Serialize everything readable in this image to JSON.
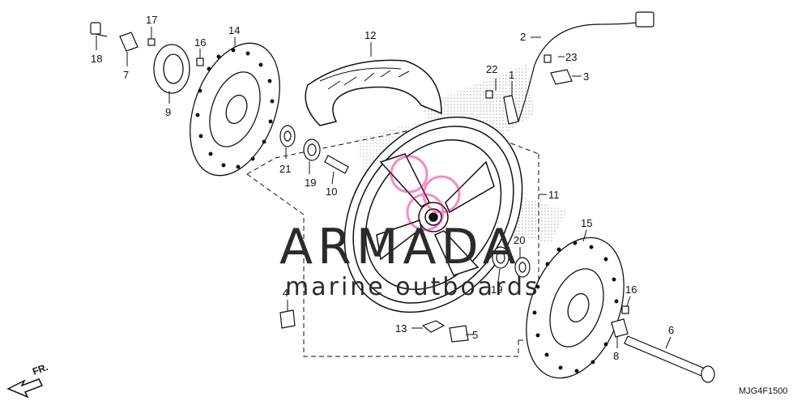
{
  "diagram": {
    "callouts": [
      "18",
      "17",
      "7",
      "9",
      "16",
      "14",
      "12",
      "2",
      "23",
      "22",
      "1",
      "3",
      "21",
      "19",
      "10",
      "11",
      "15",
      "20",
      "19",
      "4",
      "13",
      "5",
      "16",
      "8",
      "6"
    ],
    "diagram_code": "MJG4F1500",
    "direction_label": "FR."
  },
  "watermark": {
    "brand": "ARMADA",
    "tagline": "marine outboards",
    "accent_color": "#e6007e"
  },
  "colors": {
    "line": "#111111",
    "shade": "#bdbdbd",
    "background": "#ffffff"
  }
}
